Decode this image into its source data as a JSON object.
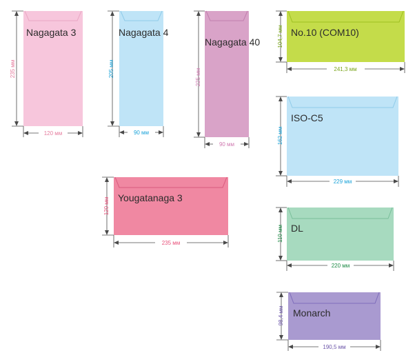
{
  "envelopes": [
    {
      "id": "nagagata-3",
      "name": "Nagagata 3",
      "width": "120 мм",
      "height": "235 мм",
      "fill": "#f7c6dc",
      "flap": "#f2b3cf",
      "dimColor": "#e57b9d"
    },
    {
      "id": "nagagata-4",
      "name": "Nagagata 4",
      "width": "90 мм",
      "height": "205 мм",
      "fill": "#bfe4f7",
      "flap": "#a9d8f1",
      "dimColor": "#1aa3d9"
    },
    {
      "id": "nagagata-40",
      "name": "Nagagata 40",
      "width": "90 мм",
      "height": "225 мм",
      "fill": "#d9a3c8",
      "flap": "#cf90bd",
      "dimColor": "#d07ab1"
    },
    {
      "id": "yougatanaga-3",
      "name": "Yougatanaga 3",
      "width": "235 мм",
      "height": "120 мм",
      "fill": "#f088a2",
      "flap": "#ea7393",
      "dimColor": "#e8507a"
    },
    {
      "id": "no10",
      "name": "No.10 (COM10)",
      "width": "241,3 мм",
      "height": "104,7 мм",
      "fill": "#c4dc4a",
      "flap": "#b7d236",
      "dimColor": "#79a51a"
    },
    {
      "id": "iso-c5",
      "name": "ISO-C5",
      "width": "229 мм",
      "height": "162 мм",
      "fill": "#bfe4f7",
      "flap": "#a9d8f1",
      "dimColor": "#1aa3d9"
    },
    {
      "id": "dl",
      "name": "DL",
      "width": "220 мм",
      "height": "110 мм",
      "fill": "#a7dabf",
      "flap": "#94cfb0",
      "dimColor": "#1d8a45"
    },
    {
      "id": "monarch",
      "name": "Monarch",
      "width": "190,5 мм",
      "height": "98,4 мм",
      "fill": "#a99ad0",
      "flap": "#9787c6",
      "dimColor": "#6b55a8"
    }
  ]
}
